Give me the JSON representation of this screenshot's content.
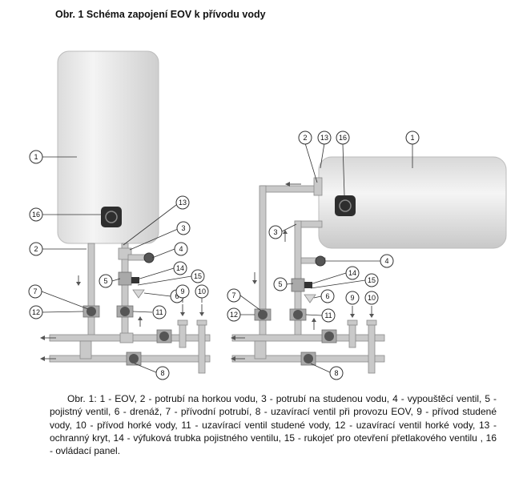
{
  "figure_title": "Obr. 1 Schéma zapojení EOV k přívodu vody",
  "caption": "Obr. 1: 1 - EOV, 2 - potrubí na horkou vodu, 3 - potrubí na studenou vodu, 4 - vypouštěcí ventil, 5 - pojistný ventil, 6 - drenáž, 7 - přívodní potrubí, 8 - uzavírací ventil při provozu EOV, 9 - přívod studené vody, 10 - přívod horké vody, 11 - uzavírací ventil studené vody, 12 - uzavírací ventil horké vody, 13 - ochranný kryt, 14 - výfuková trubka pojistného ventilu, 15 - rukojeť pro otevření přetlakového ventilu , 16 - ovládací panel.",
  "callouts_left": {
    "c1": "1",
    "c16": "16",
    "c2": "2",
    "c13": "13",
    "c3": "3",
    "c4": "4",
    "c14": "14",
    "c5": "5",
    "c15": "15",
    "c7": "7",
    "c6": "6",
    "c9": "9",
    "c10": "10",
    "c12": "12",
    "c11": "11",
    "c8": "8"
  },
  "callouts_right": {
    "c2": "2",
    "c13": "13",
    "c16": "16",
    "c1": "1",
    "c3": "3",
    "c4": "4",
    "c14": "14",
    "c5": "5",
    "c15": "15",
    "c7": "7",
    "c6": "6",
    "c9": "9",
    "c10": "10",
    "c12": "12",
    "c11": "11",
    "c8": "8"
  }
}
